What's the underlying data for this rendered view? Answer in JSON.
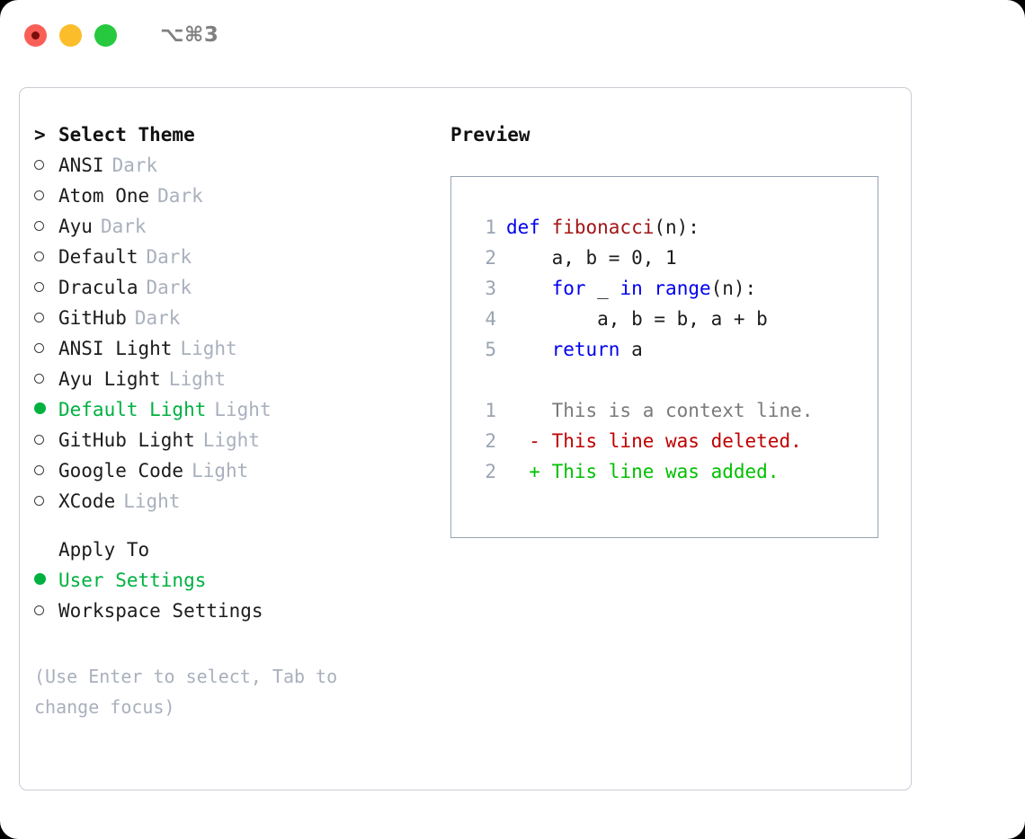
{
  "titlebar": {
    "shortcut": "⌥⌘3",
    "lights": [
      {
        "name": "close",
        "color": "#fa5f57"
      },
      {
        "name": "minimize",
        "color": "#fcbd2b"
      },
      {
        "name": "maximize",
        "color": "#27c93f"
      }
    ]
  },
  "theme_picker": {
    "header": {
      "caret": ">",
      "label": "Select Theme"
    },
    "items": [
      {
        "marker": "○",
        "name": "ANSI",
        "variant": "Dark",
        "selected": false
      },
      {
        "marker": "○",
        "name": "Atom One",
        "variant": "Dark",
        "selected": false
      },
      {
        "marker": "○",
        "name": "Ayu",
        "variant": "Dark",
        "selected": false
      },
      {
        "marker": "○",
        "name": "Default",
        "variant": "Dark",
        "selected": false
      },
      {
        "marker": "○",
        "name": "Dracula",
        "variant": "Dark",
        "selected": false
      },
      {
        "marker": "○",
        "name": "GitHub",
        "variant": "Dark",
        "selected": false
      },
      {
        "marker": "○",
        "name": "ANSI Light",
        "variant": "Light",
        "selected": false
      },
      {
        "marker": "○",
        "name": "Ayu Light",
        "variant": "Light",
        "selected": false
      },
      {
        "marker": "●",
        "name": "Default Light",
        "variant": "Light",
        "selected": true
      },
      {
        "marker": "○",
        "name": "GitHub Light",
        "variant": "Light",
        "selected": false
      },
      {
        "marker": "○",
        "name": "Google Code",
        "variant": "Light",
        "selected": false
      },
      {
        "marker": "○",
        "name": "XCode",
        "variant": "Light",
        "selected": false
      }
    ]
  },
  "apply_to": {
    "header": "Apply To",
    "options": [
      {
        "marker": "●",
        "label": "User Settings",
        "selected": true
      },
      {
        "marker": "○",
        "label": "Workspace Settings",
        "selected": false
      }
    ]
  },
  "hint": "(Use Enter to select, Tab to change focus)",
  "preview": {
    "label": "Preview",
    "code_lines": [
      {
        "num": "1",
        "tokens": [
          {
            "t": "def ",
            "c": "kw"
          },
          {
            "t": "fibonacci",
            "c": "fn"
          },
          {
            "t": "(n):",
            "c": "plain"
          }
        ]
      },
      {
        "num": "2",
        "tokens": [
          {
            "t": "    a, b = 0, 1",
            "c": "plain"
          }
        ]
      },
      {
        "num": "3",
        "tokens": [
          {
            "t": "    ",
            "c": "plain"
          },
          {
            "t": "for",
            "c": "kw"
          },
          {
            "t": " _ ",
            "c": "plain"
          },
          {
            "t": "in",
            "c": "kw"
          },
          {
            "t": " ",
            "c": "plain"
          },
          {
            "t": "range",
            "c": "kw"
          },
          {
            "t": "(n):",
            "c": "plain"
          }
        ]
      },
      {
        "num": "4",
        "tokens": [
          {
            "t": "        a, b = b, a + b",
            "c": "plain"
          }
        ]
      },
      {
        "num": "5",
        "tokens": [
          {
            "t": "    ",
            "c": "plain"
          },
          {
            "t": "return",
            "c": "kw"
          },
          {
            "t": " a",
            "c": "plain"
          }
        ]
      }
    ],
    "diff_lines": [
      {
        "num": "1",
        "sign": " ",
        "text": "This is a context line.",
        "c": "ctx"
      },
      {
        "num": "2",
        "sign": "-",
        "text": "This line was deleted.",
        "c": "del"
      },
      {
        "num": "2",
        "sign": "+",
        "text": "This line was added.",
        "c": "add"
      }
    ]
  },
  "colors": {
    "selected_green": "#00b140",
    "muted_gray": "#a9b0bd",
    "keyword_blue": "#0000ee",
    "function_red": "#a31515",
    "diff_deleted": "#c00000",
    "diff_added": "#00c000",
    "preview_border": "#97a3b3",
    "panel_border": "#c9ccd4"
  }
}
